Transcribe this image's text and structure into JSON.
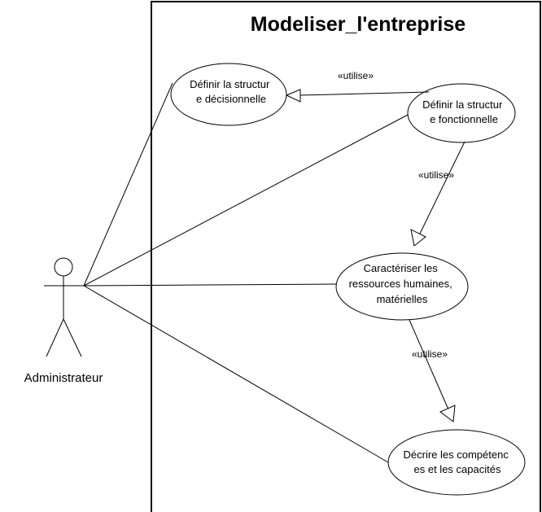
{
  "system": {
    "title": "Modeliser_l'entreprise"
  },
  "actor": {
    "name": "Administrateur"
  },
  "use_cases": [
    {
      "lines": [
        "Définir la structur",
        "e décisionnelle"
      ]
    },
    {
      "lines": [
        "Définir la structur",
        "e fonctionnelle"
      ]
    },
    {
      "lines": [
        "Caractériser les",
        "ressources humaines,",
        "matérielles"
      ]
    },
    {
      "lines": [
        "Décrire les compétenc",
        "es et les capacités"
      ]
    }
  ],
  "relations": [
    {
      "label": "«utilise»"
    },
    {
      "label": "«utilise»"
    },
    {
      "label": "«utilise»"
    }
  ],
  "colors": {
    "stroke": "#000000",
    "background": "#ffffff"
  }
}
